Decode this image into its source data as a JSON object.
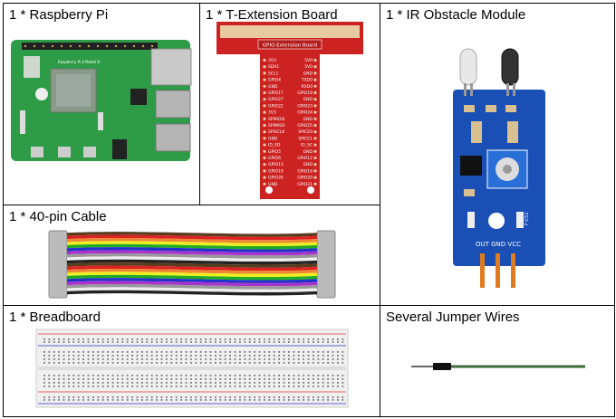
{
  "cells": {
    "raspberry_pi": {
      "label": "1 * Raspberry Pi",
      "board_text": "Raspberry Pi 4 Model B"
    },
    "t_extension": {
      "label": "1 * T-Extension Board",
      "header_text": "GPIO Extension Board",
      "left_pins": [
        "3V3",
        "SDA1",
        "SCL1",
        "GPIO4",
        "GND",
        "GPIO17",
        "GPIO27",
        "GPIO22",
        "3V3",
        "SPIMOSI",
        "SPIMISO",
        "SPISCLK",
        "GND",
        "ID_SD",
        "GPIO5",
        "GPIO6",
        "GPIO13",
        "GPIO19",
        "GPIO26",
        "GND"
      ],
      "right_pins": [
        "5V0",
        "5V0",
        "GND",
        "TXD0",
        "RXD0",
        "GPIO18",
        "GND",
        "GPIO23",
        "GPIO24",
        "GND",
        "GPIO25",
        "SPICE0",
        "SPICE1",
        "ID_SC",
        "GND",
        "GPIO12",
        "GND",
        "GPIO16",
        "GPIO20",
        "GPIO21"
      ]
    },
    "ir_module": {
      "label": "1 * IR Obstacle Module",
      "pins_text": "OUT GND VCC",
      "side_text": "F-C51"
    },
    "cable": {
      "label": "1 * 40-pin Cable"
    },
    "breadboard": {
      "label": "1 * Breadboard"
    },
    "jumper": {
      "label": "Several Jumper Wires"
    }
  }
}
